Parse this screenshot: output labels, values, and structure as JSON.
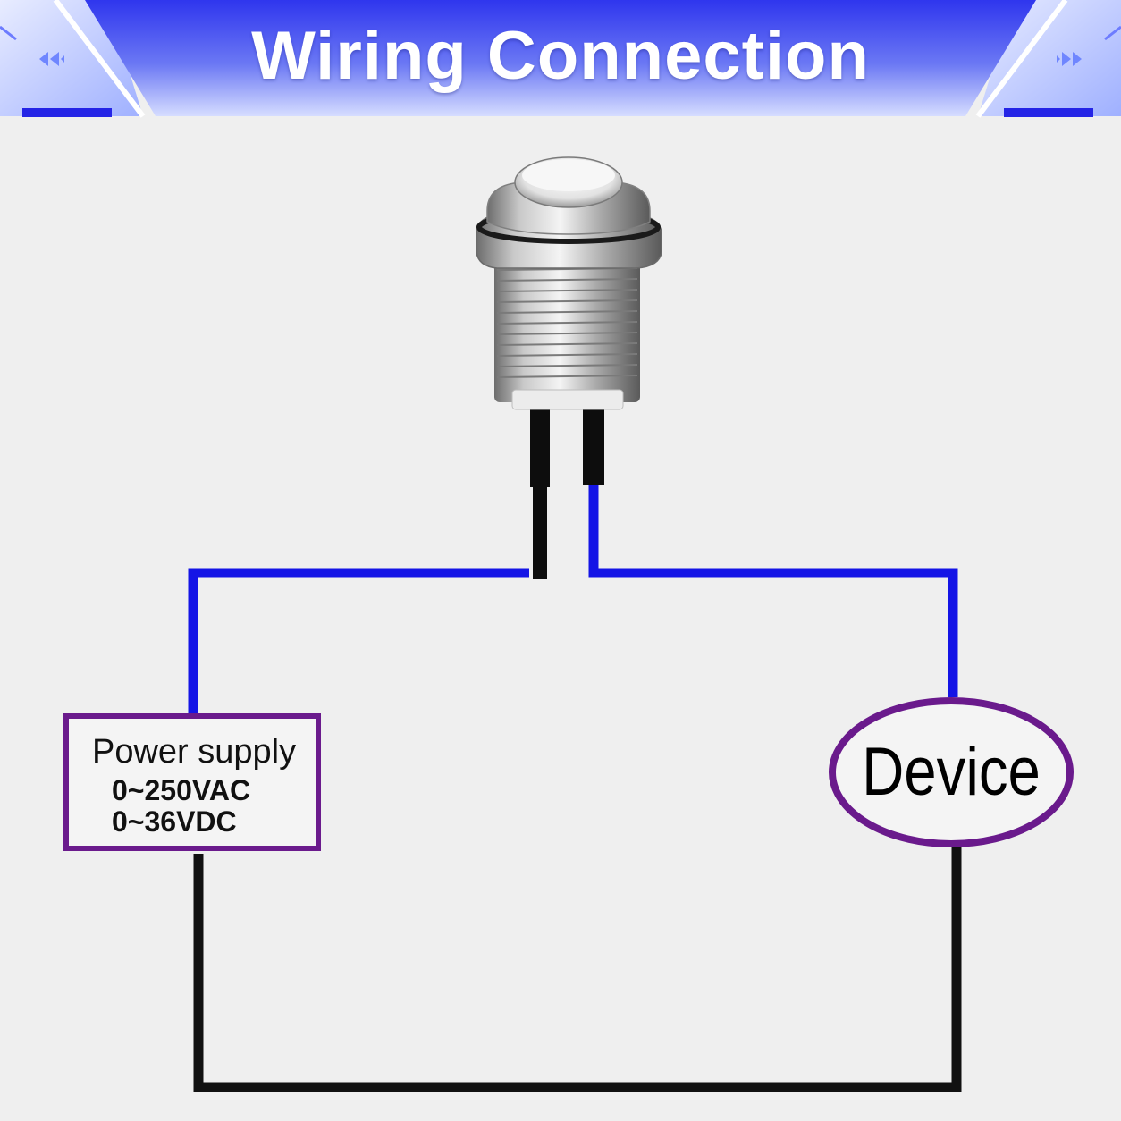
{
  "header": {
    "title": "Wiring Connection",
    "left_arrows_icon": "double-left-chevron",
    "right_arrows_icon": "double-right-chevron",
    "colors": {
      "banner_top": "#3a3ff0",
      "banner_bottom": "#cfd8ff",
      "accent": "#2929e6"
    }
  },
  "switch": {
    "icon": "metal-push-button-switch"
  },
  "power_supply": {
    "title": "Power supply",
    "spec_ac": "0~250VAC",
    "spec_dc": "0~36VDC"
  },
  "device": {
    "label": "Device"
  },
  "colors": {
    "wire_blue": "#1414e6",
    "wire_black": "#111111",
    "box_border": "#6a1a8c",
    "background": "#efefef"
  }
}
